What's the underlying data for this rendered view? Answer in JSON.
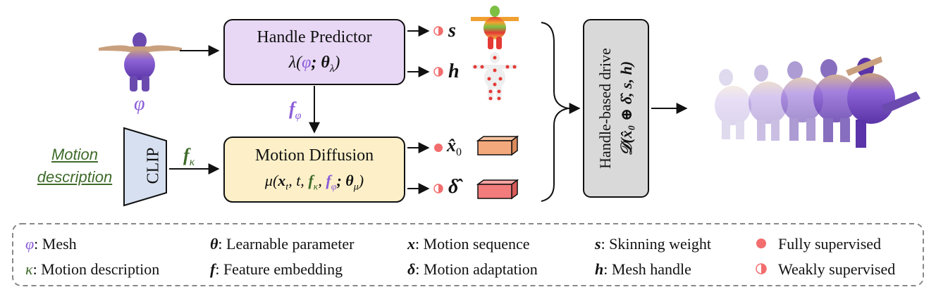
{
  "input_symbol": "φ",
  "motion_description": {
    "line1": "Motion",
    "line2": "description"
  },
  "clip_label": "CLIP",
  "handle_predictor": {
    "title": "Handle Predictor",
    "formula_pre": "λ(",
    "formula_phi": "φ",
    "formula_post": "; θ",
    "formula_sub": "λ",
    "formula_end": ")"
  },
  "motion_diffusion": {
    "title": "Motion Diffusion",
    "formula": "μ(x",
    "t_sub": "t",
    "mid": ", t, ",
    "f": "f",
    "kappa": "κ",
    "comma": ", ",
    "f2": "f",
    "phi": "φ",
    "semi": "; θ",
    "mu_sub": "μ",
    "end": ")"
  },
  "f_phi_label": {
    "f": "f",
    "sub": "φ"
  },
  "f_kappa_label": {
    "f": "f",
    "sub": "κ"
  },
  "outputs": {
    "s": "s",
    "h": "h",
    "x0": "x̂",
    "x0_sub": "0",
    "delta": "δ̂"
  },
  "handle_drive": {
    "line1": "Handle-based drive",
    "line2": "𝒟(x̂₀ ⊕ δ̂, s, h)"
  },
  "legend": {
    "mesh": {
      "sym": "φ",
      "text": ": Mesh"
    },
    "motion_desc": {
      "sym": "κ",
      "text": ": Motion description"
    },
    "learnable": {
      "sym": "θ",
      "text": ": Learnable parameter"
    },
    "feature": {
      "sym": "f",
      "text": ": Feature embedding"
    },
    "motion_seq": {
      "sym": "x",
      "text": ": Motion sequence"
    },
    "motion_adapt": {
      "sym": "δ",
      "text": ": Motion adaptation"
    },
    "skinning": {
      "sym": "s",
      "text": ": Skinning weight"
    },
    "handle": {
      "sym": "h",
      "text": ": Mesh handle"
    },
    "fully": "Fully supervised",
    "weakly": "Weakly supervised"
  },
  "colors": {
    "predictor_fill": "#e8d8f5",
    "diffusion_fill": "#fdf0c8",
    "drive_fill": "#d9d9d9",
    "clip_fill": "#d6e0f0",
    "full_dot": "#f26d6d",
    "x0_box": "#f4a97c",
    "delta_box": "#f27b7b",
    "purple": "#8a5bd8",
    "green": "#3e6b2a"
  }
}
